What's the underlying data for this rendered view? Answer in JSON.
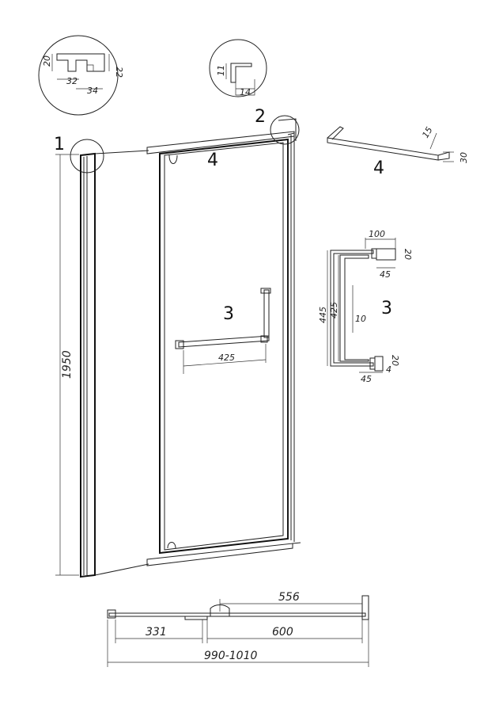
{
  "callouts": {
    "c1": "1",
    "c2": "2",
    "c3_main": "3",
    "c3_detail": "3",
    "c4_main": "4",
    "c4_detail": "4"
  },
  "dims": {
    "height_total": "1950",
    "handle_width": "425",
    "plan_door": "556",
    "plan_fixed": "331",
    "plan_opening": "600",
    "plan_total": "990-1010"
  },
  "profile1": {
    "d20": "20",
    "d22": "22",
    "d32": "32",
    "d34": "34"
  },
  "profile2": {
    "d11": "11",
    "d14": "14"
  },
  "bar4": {
    "d15": "15",
    "d30": "30"
  },
  "handle3": {
    "d100": "100",
    "d20_top": "20",
    "d45_top": "45",
    "d445": "445",
    "d425": "425",
    "d10": "10",
    "d20_bot": "20",
    "d45_bot": "45",
    "d4": "4"
  }
}
